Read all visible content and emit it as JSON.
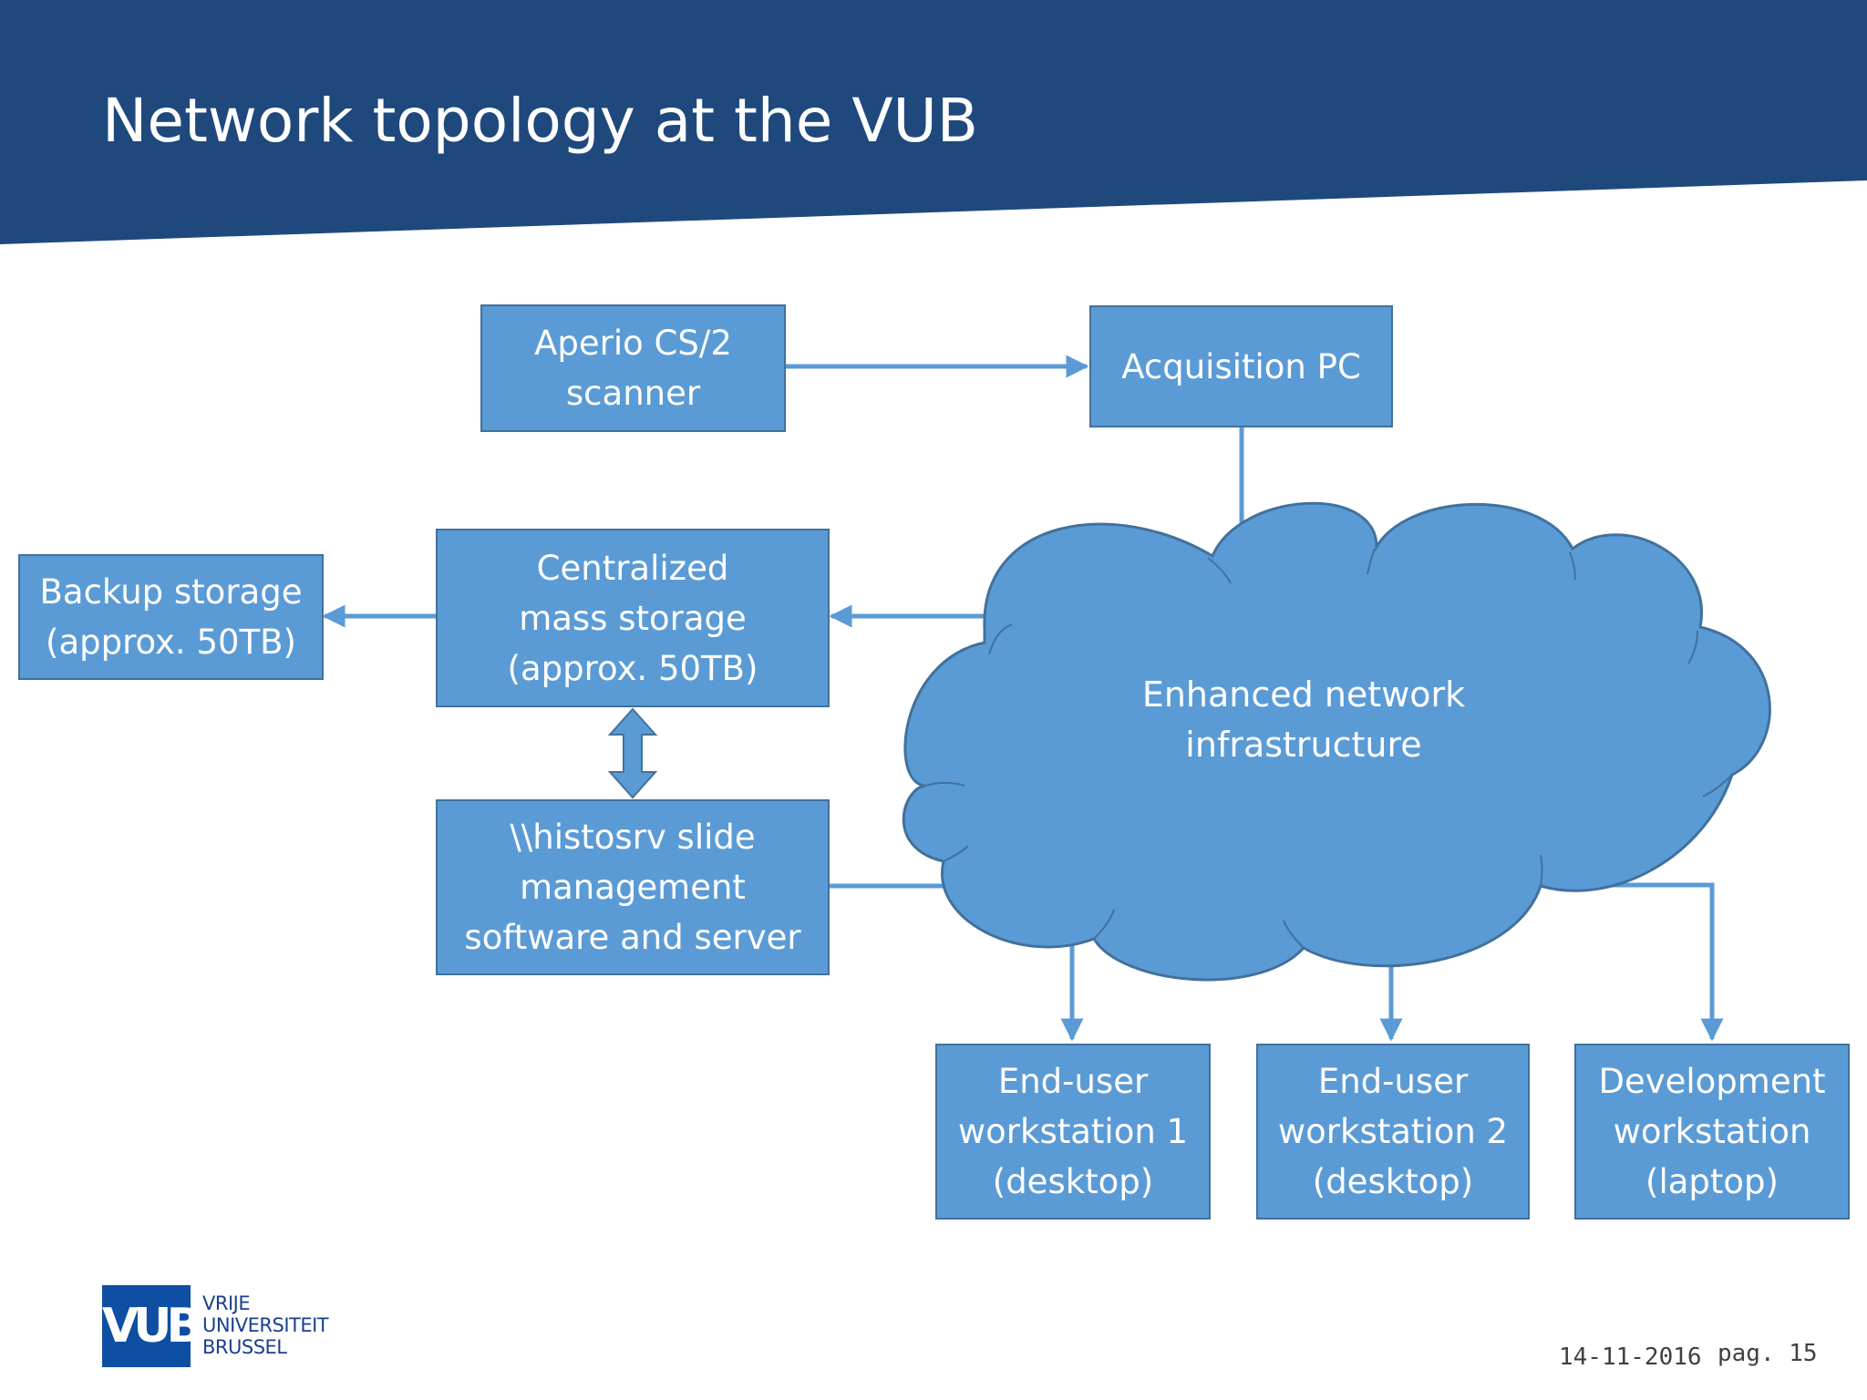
{
  "header": {
    "title": "Network topology at the VUB"
  },
  "nodes": {
    "scanner": {
      "lines": [
        "Aperio CS/2",
        "scanner"
      ]
    },
    "acquisition_pc": {
      "lines": [
        "Acquisition PC"
      ]
    },
    "backup": {
      "lines": [
        "Backup storage",
        "(approx. 50TB)"
      ]
    },
    "storage": {
      "lines": [
        "Centralized",
        "mass storage",
        "(approx. 50TB)"
      ]
    },
    "histosrv": {
      "lines": [
        "\\\\histosrv slide",
        "management",
        "software and server"
      ]
    },
    "workstation1": {
      "lines": [
        "End-user",
        "workstation 1",
        "(desktop)"
      ]
    },
    "workstation2": {
      "lines": [
        "End-user",
        "workstation 2",
        "(desktop)"
      ]
    },
    "devstation": {
      "lines": [
        "Development",
        "workstation",
        "(laptop)"
      ]
    }
  },
  "cloud": {
    "lines": [
      "Enhanced network",
      "infrastructure"
    ]
  },
  "logo": {
    "mark": "VUB",
    "lines": [
      "VRIJE",
      "UNIVERSITEIT",
      "BRUSSEL"
    ]
  },
  "footer": {
    "date": "14-11-2016",
    "page": "pag. 15"
  },
  "colors": {
    "header": "#1f497d",
    "box_fill": "#5b9bd5",
    "box_border": "#41719c",
    "connector": "#5b9bd5",
    "logo": "#0e4fa3"
  }
}
